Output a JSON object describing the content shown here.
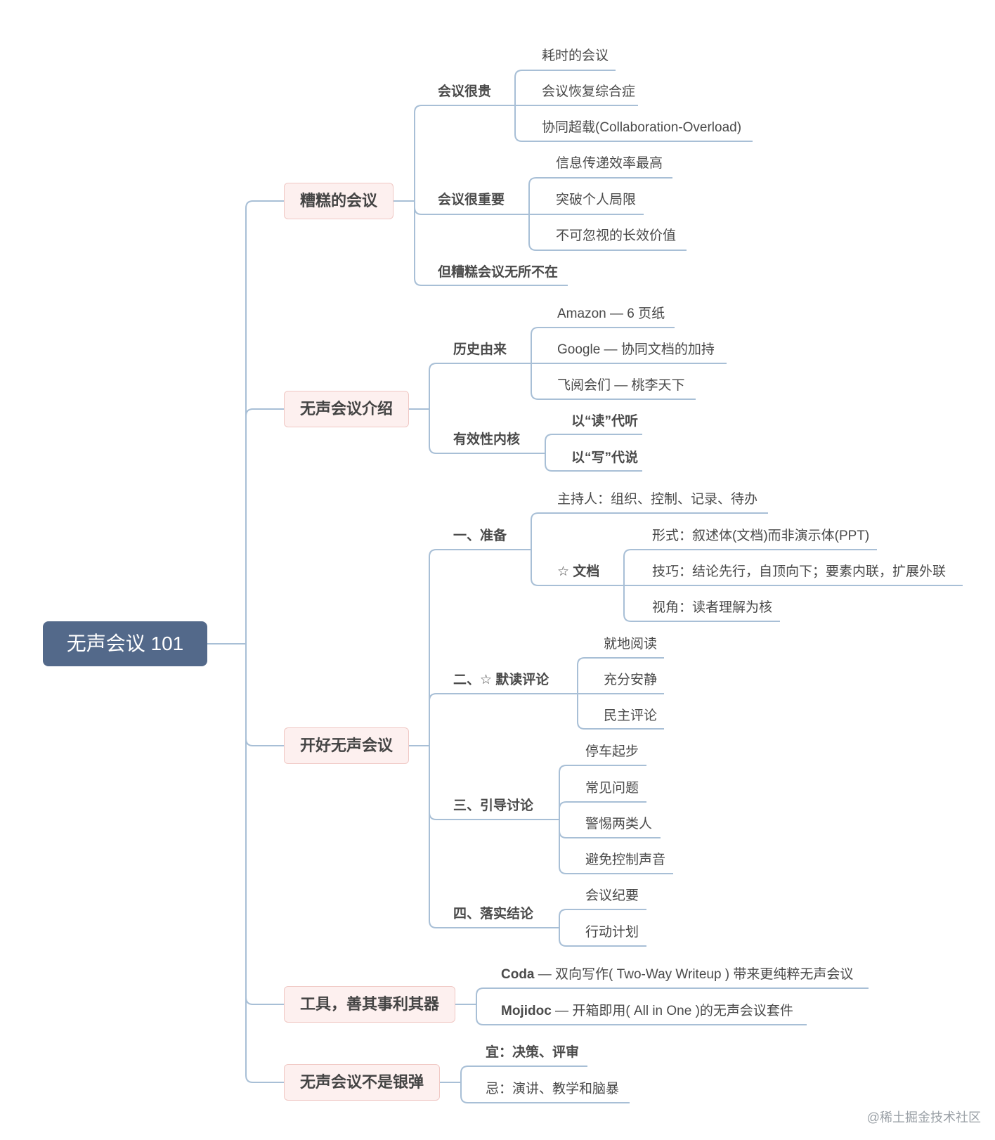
{
  "root": "无声会议 101",
  "colors": {
    "root_bg": "#53698a",
    "branch_bg": "#fdf0ef",
    "branch_border": "#f0c8c4",
    "connector": "#a8bfd6"
  },
  "branches": {
    "b1": {
      "label": "糟糕的会议",
      "c1": {
        "label": "会议很贵",
        "items": [
          "耗时的会议",
          "会议恢复综合症",
          "协同超载(Collaboration-Overload)"
        ]
      },
      "c2": {
        "label": "会议很重要",
        "items": [
          "信息传递效率最高",
          "突破个人局限",
          "不可忽视的长效价值"
        ]
      },
      "c3": {
        "label": "但糟糕会议无所不在"
      }
    },
    "b2": {
      "label": "无声会议介绍",
      "c1": {
        "label": "历史由来",
        "items": [
          "Amazon — 6 页纸",
          "Google — 协同文档的加持",
          "飞阅会们 — 桃李天下"
        ]
      },
      "c2": {
        "label": "有效性内核",
        "items": [
          "以“读”代听",
          "以“写”代说"
        ]
      }
    },
    "b3": {
      "label": "开好无声会议",
      "c1": {
        "label": "一、准备",
        "host": "主持人：组织、控制、记录、待办",
        "doc": {
          "label": "☆ 文档",
          "items": [
            "形式：叙述体(文档)而非演示体(PPT)",
            "技巧：结论先行，自顶向下；要素内联，扩展外联",
            "视角：读者理解为核"
          ]
        }
      },
      "c2": {
        "label": "二、☆ 默读评论",
        "items": [
          "就地阅读",
          "充分安静",
          "民主评论"
        ]
      },
      "c3": {
        "label": "三、引导讨论",
        "items": [
          "停车起步",
          "常见问题",
          "警惕两类人",
          "避免控制声音"
        ]
      },
      "c4": {
        "label": "四、落实结论",
        "items": [
          "会议纪要",
          "行动计划"
        ]
      }
    },
    "b4": {
      "label": "工具，善其事利其器",
      "items": [
        {
          "name": "Coda",
          "desc": " — 双向写作( Two-Way Writeup ) 带来更纯粹无声会议"
        },
        {
          "name": "Mojidoc",
          "desc": " — 开箱即用( All in One )的无声会议套件"
        }
      ]
    },
    "b5": {
      "label": "无声会议不是银弹",
      "items": [
        "宜：决策、评审",
        "忌：演讲、教学和脑暴"
      ]
    }
  },
  "watermark": "@稀土掘金技术社区"
}
